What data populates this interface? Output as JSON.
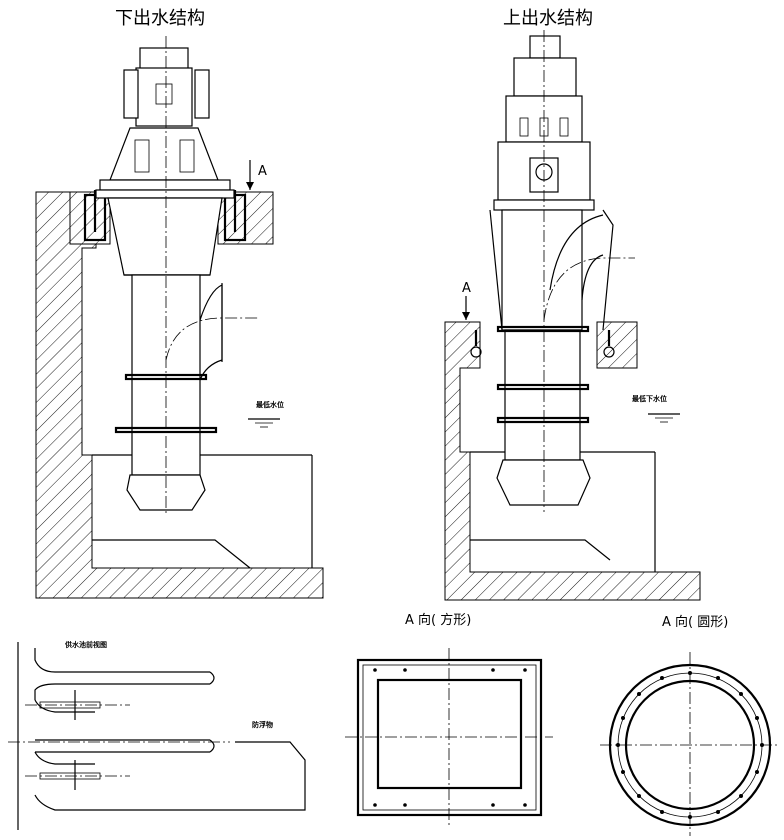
{
  "titles": {
    "left": "下出水结构",
    "right": "上出水结构"
  },
  "labels": {
    "arrow_left": "A",
    "arrow_right": "A",
    "water_level_left": "最低水位",
    "water_level_right": "最低下水位",
    "view_square": "A  向( 方形)",
    "view_round": "A  向( 圆形)",
    "plan_intake": "供水池前视图",
    "plan_screen": "防浮物"
  }
}
